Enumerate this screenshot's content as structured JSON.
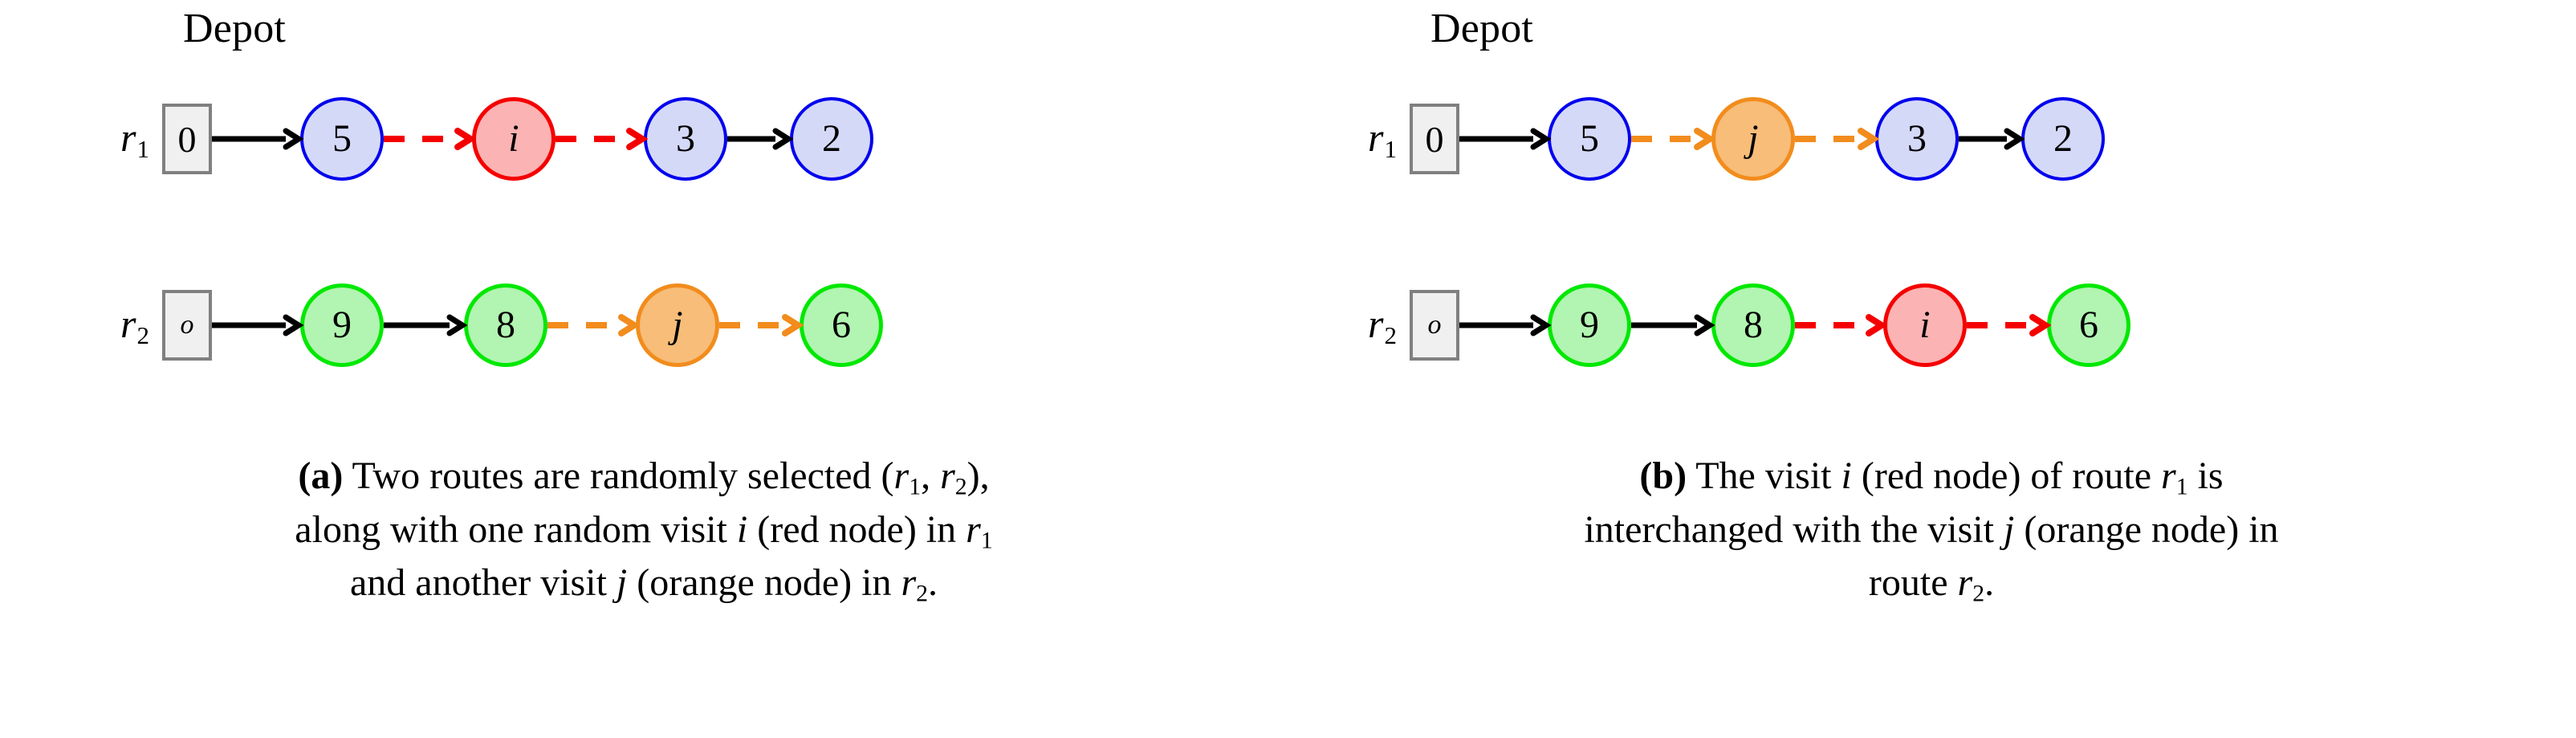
{
  "figure": {
    "panels": [
      {
        "id": "a",
        "tag": "(a)",
        "depot_label": "Depot",
        "routes": [
          {
            "label_base": "r",
            "label_sub": "1",
            "depot": {
              "value": "0",
              "style": "upright"
            },
            "nodes": [
              {
                "value": "5",
                "color": "blue"
              },
              {
                "value": "i",
                "color": "red"
              },
              {
                "value": "3",
                "color": "blue"
              },
              {
                "value": "2",
                "color": "blue"
              }
            ],
            "arrows": [
              {
                "from": "depot",
                "to": "5",
                "color": "#000000",
                "style": "solid"
              },
              {
                "from": "5",
                "to": "i",
                "color": "#f50000",
                "style": "dashed"
              },
              {
                "from": "i",
                "to": "3",
                "color": "#f50000",
                "style": "dashed"
              },
              {
                "from": "3",
                "to": "2",
                "color": "#000000",
                "style": "solid"
              }
            ]
          },
          {
            "label_base": "r",
            "label_sub": "2",
            "depot": {
              "value": "o",
              "style": "italic"
            },
            "nodes": [
              {
                "value": "9",
                "color": "green"
              },
              {
                "value": "8",
                "color": "green"
              },
              {
                "value": "j",
                "color": "orange"
              },
              {
                "value": "6",
                "color": "green"
              }
            ],
            "arrows": [
              {
                "from": "depot",
                "to": "9",
                "color": "#000000",
                "style": "solid"
              },
              {
                "from": "9",
                "to": "8",
                "color": "#000000",
                "style": "solid"
              },
              {
                "from": "8",
                "to": "j",
                "color": "#f28c1c",
                "style": "dashed"
              },
              {
                "from": "j",
                "to": "6",
                "color": "#f28c1c",
                "style": "dashed"
              }
            ]
          }
        ],
        "caption_lines": [
          "(a) Two routes are randomly selected (r1, r2),",
          "along with one random visit i (red node) in r1",
          "and another visit j (orange node) in r2."
        ]
      },
      {
        "id": "b",
        "tag": "(b)",
        "depot_label": "Depot",
        "routes": [
          {
            "label_base": "r",
            "label_sub": "1",
            "depot": {
              "value": "0",
              "style": "upright"
            },
            "nodes": [
              {
                "value": "5",
                "color": "blue"
              },
              {
                "value": "j",
                "color": "orange"
              },
              {
                "value": "3",
                "color": "blue"
              },
              {
                "value": "2",
                "color": "blue"
              }
            ],
            "arrows": [
              {
                "from": "depot",
                "to": "5",
                "color": "#000000",
                "style": "solid"
              },
              {
                "from": "5",
                "to": "j",
                "color": "#f28c1c",
                "style": "dashed"
              },
              {
                "from": "j",
                "to": "3",
                "color": "#f28c1c",
                "style": "dashed"
              },
              {
                "from": "3",
                "to": "2",
                "color": "#000000",
                "style": "solid"
              }
            ]
          },
          {
            "label_base": "r",
            "label_sub": "2",
            "depot": {
              "value": "o",
              "style": "italic"
            },
            "nodes": [
              {
                "value": "9",
                "color": "green"
              },
              {
                "value": "8",
                "color": "green"
              },
              {
                "value": "i",
                "color": "red"
              },
              {
                "value": "6",
                "color": "green"
              }
            ],
            "arrows": [
              {
                "from": "depot",
                "to": "9",
                "color": "#000000",
                "style": "solid"
              },
              {
                "from": "9",
                "to": "8",
                "color": "#000000",
                "style": "solid"
              },
              {
                "from": "8",
                "to": "i",
                "color": "#f50000",
                "style": "dashed"
              },
              {
                "from": "i",
                "to": "6",
                "color": "#f50000",
                "style": "dashed"
              }
            ]
          }
        ],
        "caption_lines": [
          "(b) The visit i (red node) of route r1 is",
          "interchanged with the visit j (orange node) in",
          "route r2."
        ]
      }
    ],
    "colors": {
      "node_blue_fill": "#d5d9f8",
      "node_blue_stroke": "#0000ee",
      "node_green_fill": "#b2f4b2",
      "node_green_stroke": "#00e800",
      "node_red_fill": "#fbb3b3",
      "node_red_stroke": "#f50000",
      "node_orange_fill": "#f7bd79",
      "node_orange_stroke": "#f28c1c",
      "depot_fill": "#f0f0f0",
      "depot_stroke": "#808080",
      "arrow_black": "#000000",
      "background": "#ffffff"
    }
  }
}
